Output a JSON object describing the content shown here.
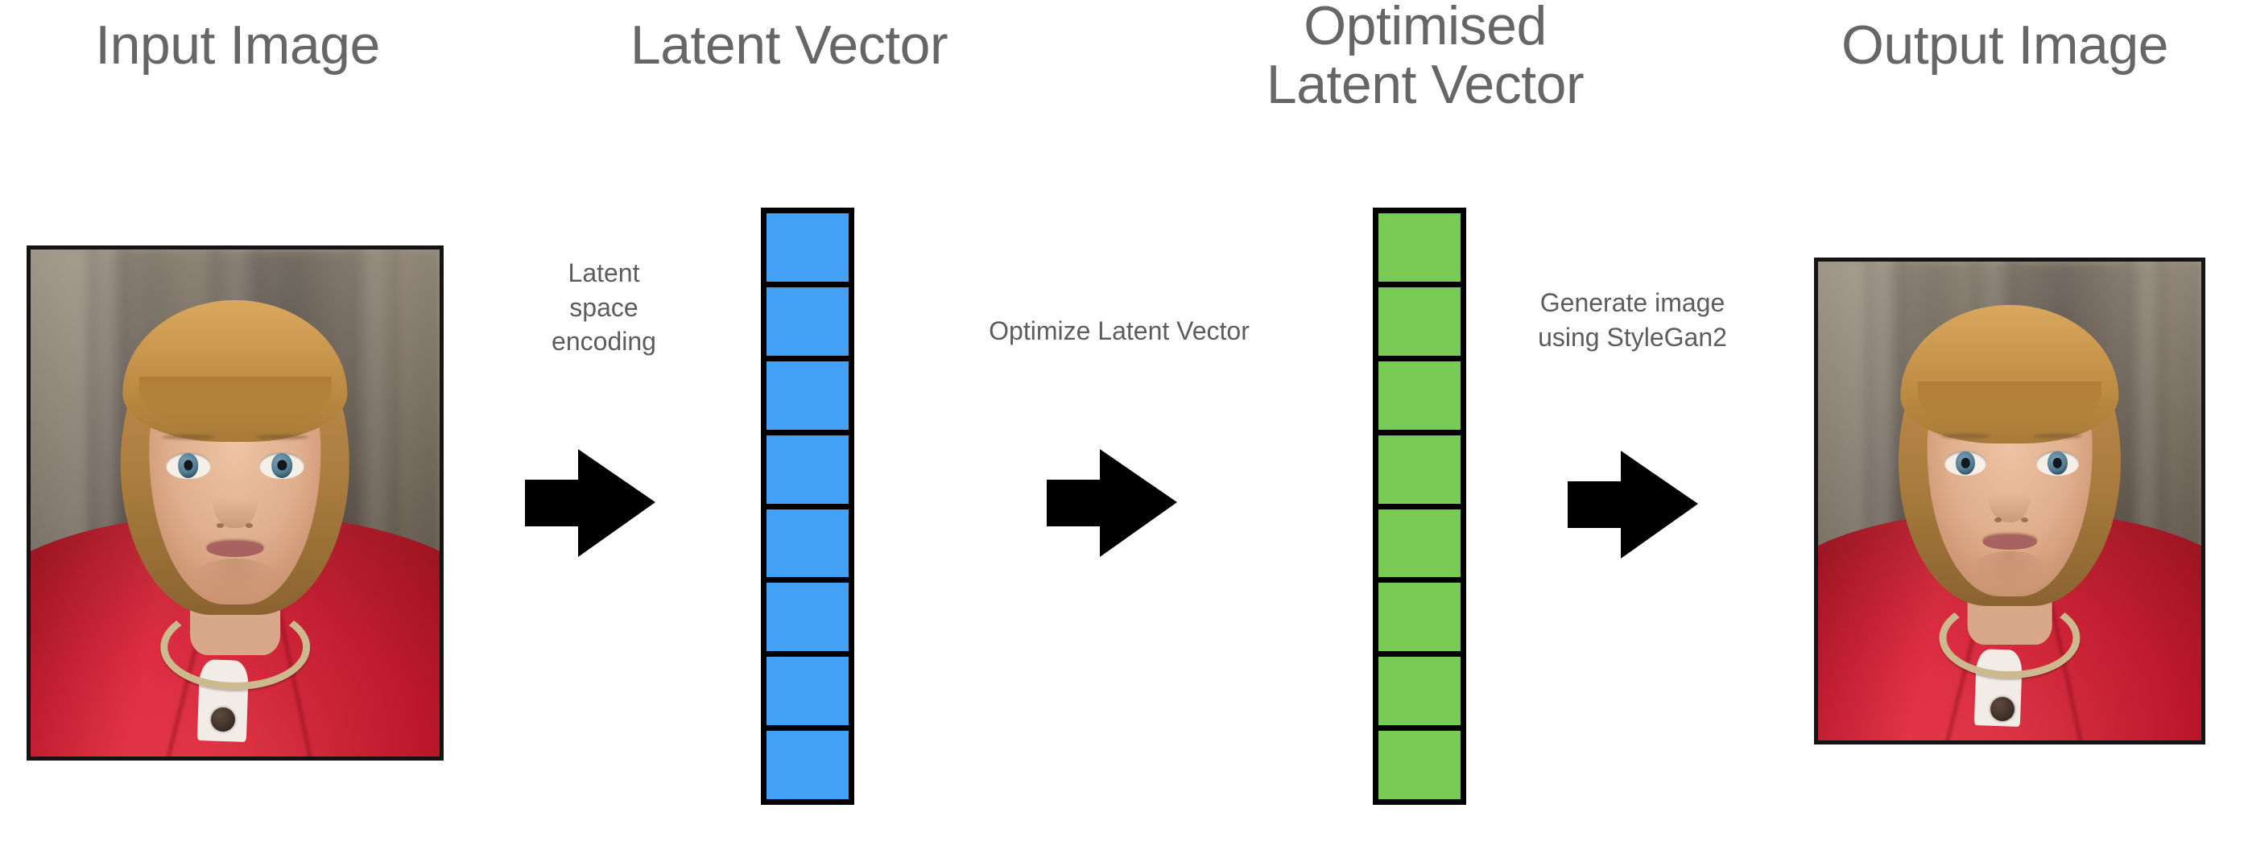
{
  "diagram": {
    "title": "StyleGan2 latent space projection pipeline",
    "background_color": "#ffffff",
    "heading_color": "#666666",
    "label_color": "#5c5c5c",
    "arrow_color": "#000000"
  },
  "headings": {
    "input_image": "Input Image",
    "latent_vector": "Latent Vector",
    "optimised_latent_vector": "Optimised\nLatent Vector",
    "output_image": "Output Image"
  },
  "labels": {
    "latent_space_encoding": "Latent\nspace\nencoding",
    "optimize_latent_vector": "Optimize Latent Vector",
    "generate_image": "Generate image\nusing StyleGan2"
  },
  "vectors": {
    "latent": {
      "name": "Latent Vector",
      "cell_count": 8,
      "fill_color": "#42A0F5",
      "border_color": "#000000"
    },
    "optimised": {
      "name": "Optimised Latent Vector",
      "cell_count": 8,
      "fill_color": "#7ACB55",
      "border_color": "#000000"
    }
  },
  "photos": {
    "input": {
      "name": "input-portrait",
      "description": "Portrait photograph of a woman with short blonde hair wearing a red jacket and a gold necklace, blurred stone corridor background",
      "border_color": "#141414"
    },
    "output": {
      "name": "output-portrait",
      "description": "GAN reconstructed portrait of the same woman with short blonde hair, red jacket and gold necklace, blurred stone corridor background",
      "border_color": "#141414"
    }
  },
  "arrows": [
    {
      "name": "arrow-encode",
      "direction": "right"
    },
    {
      "name": "arrow-optimize",
      "direction": "right"
    },
    {
      "name": "arrow-generate",
      "direction": "right"
    }
  ]
}
